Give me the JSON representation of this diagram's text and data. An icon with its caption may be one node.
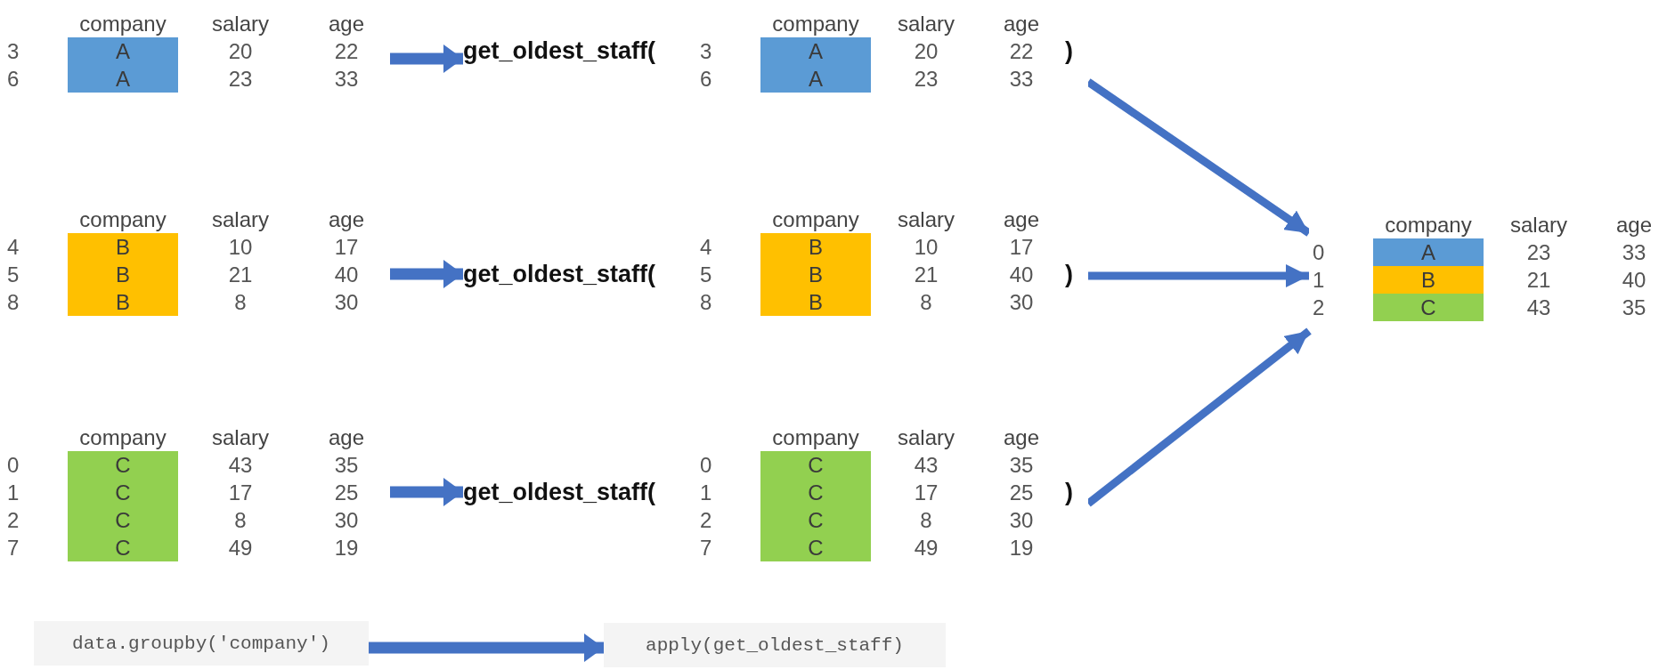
{
  "diagram": {
    "nodes": [
      {
        "text": [
          "company",
          "salary",
          "age",
          "3",
          "A",
          "20",
          "22",
          "6",
          "A",
          "23",
          "33"
        ]
      },
      {
        "text": [
          "get_oldest_staff(",
          "company",
          "salary",
          "age",
          "3",
          "A",
          "20",
          "22",
          "6",
          "A",
          "23",
          "33",
          ")"
        ]
      },
      {
        "text": [
          "company",
          "salary",
          "age",
          "4",
          "B",
          "10",
          "17",
          "5",
          "B",
          "21",
          "40",
          "8",
          "B",
          "8",
          "30"
        ]
      },
      {
        "text": [
          "get_oldest_staff(",
          "company",
          "salary",
          "age",
          "4",
          "B",
          "10",
          "17",
          "5",
          "B",
          "21",
          "40",
          "8",
          "B",
          "8",
          "30",
          ")"
        ]
      },
      {
        "text": [
          "company",
          "salary",
          "age",
          "0",
          "C",
          "43",
          "35",
          "1",
          "C",
          "17",
          "25",
          "2",
          "C",
          "8",
          "30",
          "7",
          "C",
          "49",
          "19"
        ]
      },
      {
        "text": [
          "get_oldest_staff(",
          "company",
          "salary",
          "age",
          "0",
          "C",
          "43",
          "35",
          "1",
          "C",
          "17",
          "25",
          "2",
          "C",
          "8",
          "30",
          "7",
          "C",
          "49",
          "19",
          ")"
        ]
      },
      {
        "text": [
          "company",
          "salary",
          "age",
          "0",
          "A",
          "23",
          "33",
          "1",
          "B",
          "21",
          "40",
          "2",
          "C",
          "43",
          "35"
        ]
      },
      {
        "text": [
          "data.groupby('company')"
        ]
      },
      {
        "text": [
          "apply(get_oldest_staff)"
        ]
      }
    ],
    "edges": [
      {
        "from": 0,
        "to": 1,
        "arrow": "to"
      },
      {
        "from": 2,
        "to": 3,
        "arrow": "to"
      },
      {
        "from": 4,
        "to": 5,
        "arrow": "to"
      },
      {
        "from": 1,
        "to": 6,
        "arrow": "to"
      },
      {
        "from": 3,
        "to": 6,
        "arrow": "to"
      },
      {
        "from": 5,
        "to": 6,
        "arrow": "to"
      },
      {
        "from": 7,
        "to": 8,
        "arrow": "to"
      }
    ]
  }
}
